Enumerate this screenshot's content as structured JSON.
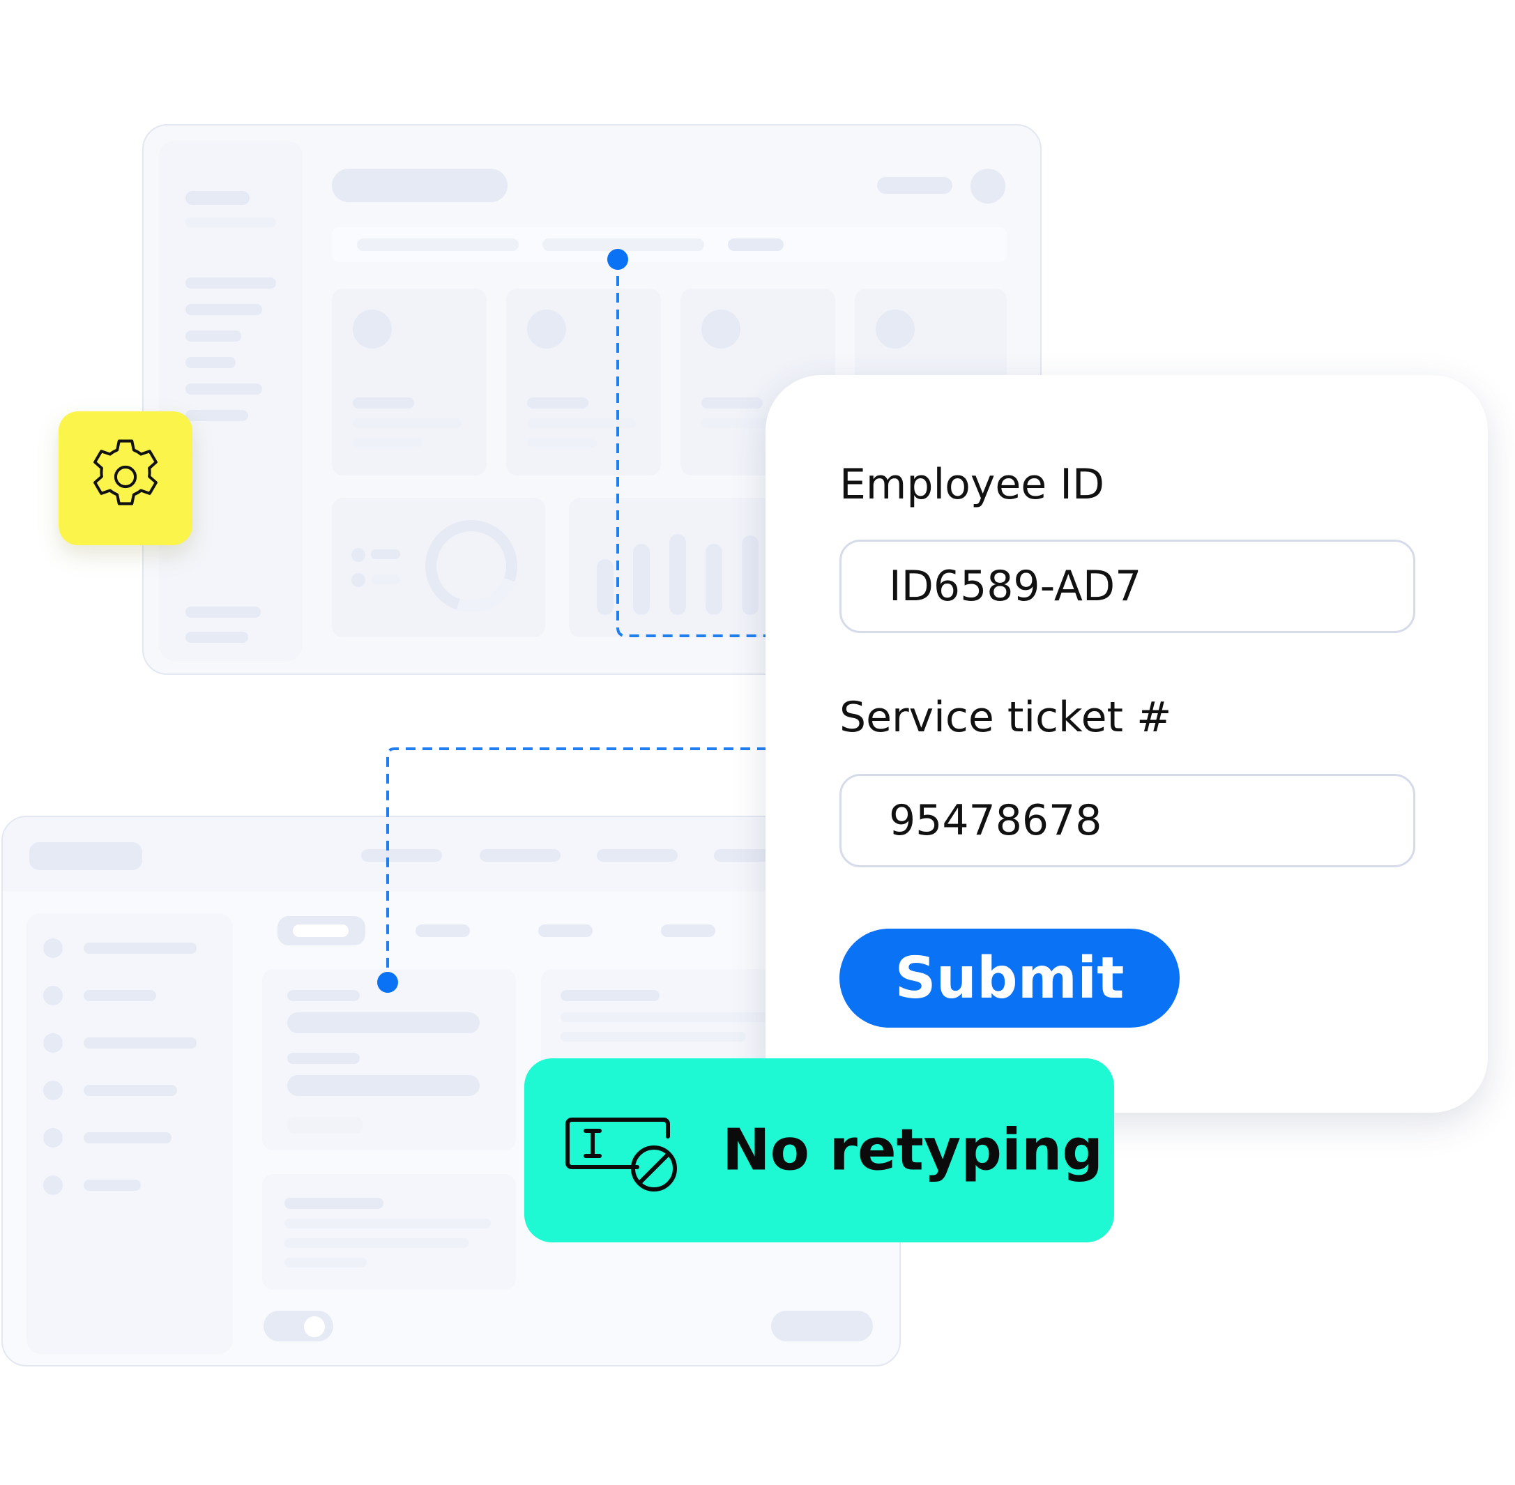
{
  "form": {
    "employee_id_label": "Employee ID",
    "employee_id_value": "ID6589-AD7",
    "ticket_label": "Service ticket #",
    "ticket_value": "95478678",
    "submit_label": "Submit"
  },
  "badge": {
    "text": "No retyping",
    "icon": "no-typing-icon"
  },
  "settings_icon": "gear-icon",
  "colors": {
    "accent": "#0a72f5",
    "badge_bg": "#1ef8d3",
    "gear_bg": "#fbf44a",
    "skeleton": "#e6eaf5"
  }
}
